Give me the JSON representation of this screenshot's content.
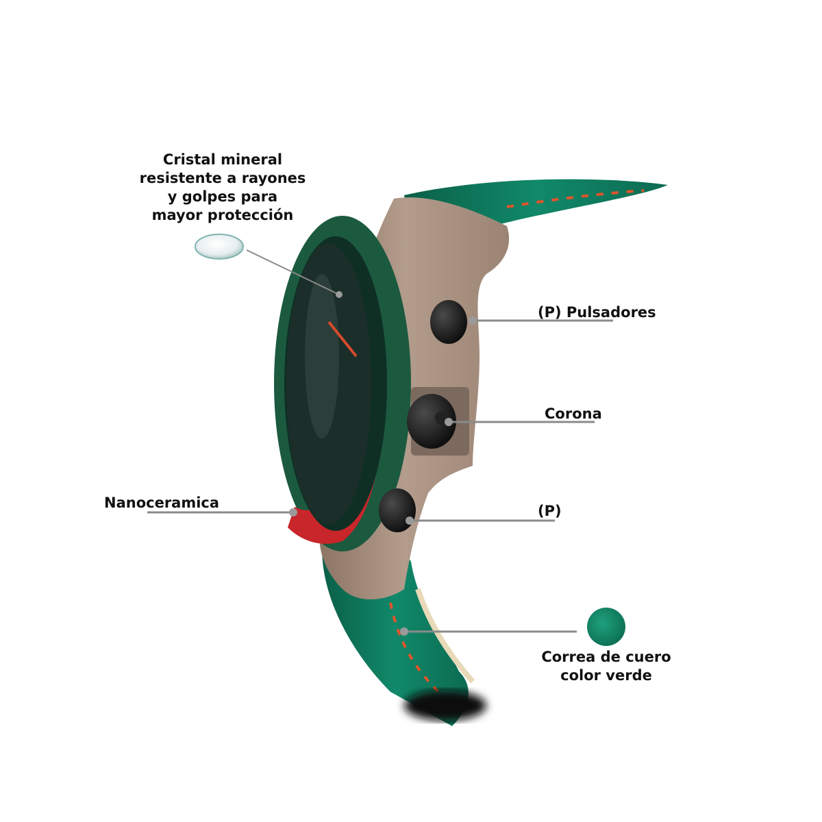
{
  "labels": {
    "crystal": [
      "Cristal mineral",
      "resistente a rayones",
      "y golpes para",
      "mayor protección"
    ],
    "pushers": "(P) Pulsadores",
    "crown": "Corona",
    "pusher_bottom": "(P)",
    "bezel_material": "Nanoceramica",
    "strap": [
      "Correa de cuero",
      "color verde"
    ]
  },
  "colors": {
    "case": "#a58d7d",
    "strap": "#0e7a5c",
    "bezel_green": "#1c5a3f",
    "bezel_red": "#c8262a",
    "stitching": "#e2542a",
    "leader_line": "#8a8a8a",
    "text": "#111111"
  },
  "icons": [
    "mineral-crystal-swatch-icon",
    "green-leather-swatch-icon"
  ]
}
